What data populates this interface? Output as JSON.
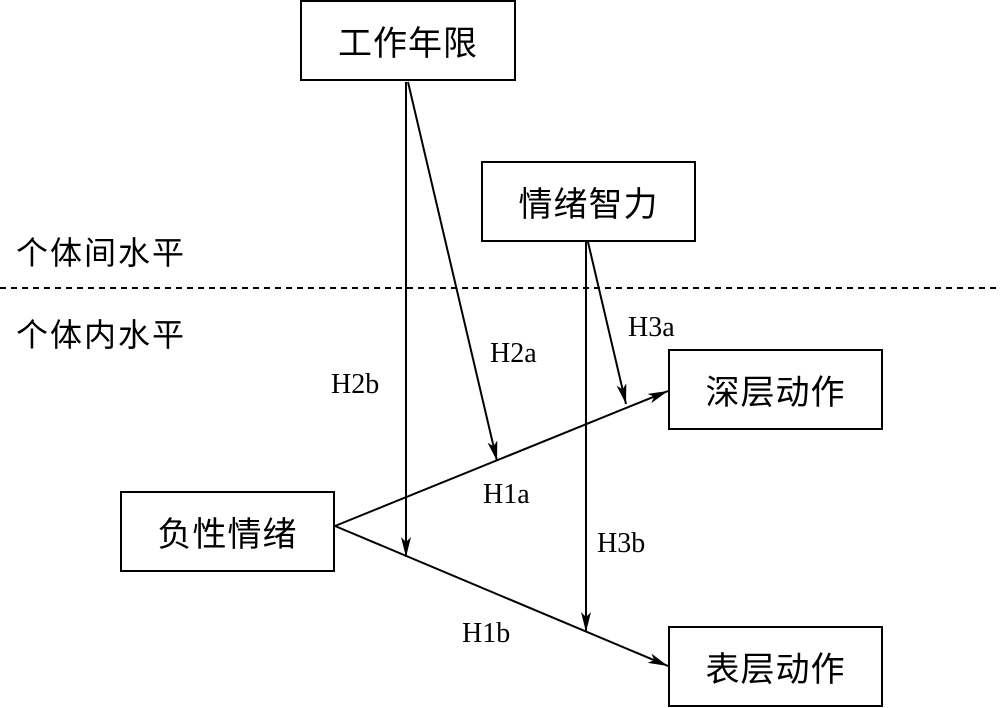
{
  "diagram": {
    "levels": {
      "between": "个体间水平",
      "within": "个体内水平"
    },
    "nodes": {
      "tenure": "工作年限",
      "emotional_intelligence": "情绪智力",
      "negative_emotion": "负性情绪",
      "deep_acting": "深层动作",
      "surface_acting": "表层动作"
    },
    "paths": {
      "h1a": "H1a",
      "h1b": "H1b",
      "h2a": "H2a",
      "h2b": "H2b",
      "h3a": "H3a",
      "h3b": "H3b"
    },
    "colors": {
      "line": "#000000",
      "background": "#ffffff"
    }
  }
}
